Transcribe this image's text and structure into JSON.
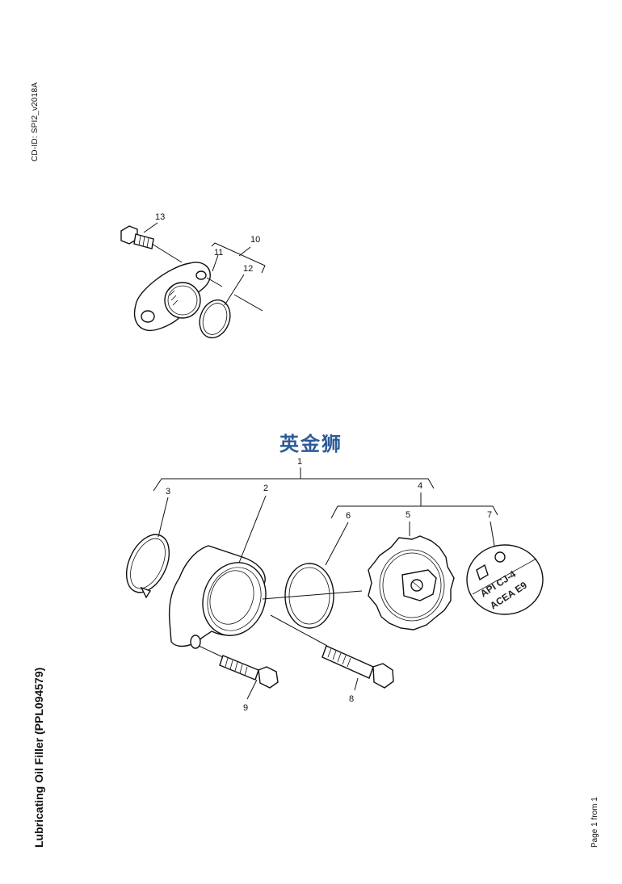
{
  "header": {
    "cd_id": "CD-ID: SPI2_v2018A"
  },
  "footer": {
    "title": "Lubricating Oil Filler (PPL094579)",
    "page_info": "Page 1 from 1"
  },
  "watermark": {
    "text": "英金狮",
    "color": "#2e5b97"
  },
  "callouts": {
    "c1": "1",
    "c2": "2",
    "c3": "3",
    "c4": "4",
    "c5": "5",
    "c6": "6",
    "c7": "7",
    "c8": "8",
    "c9": "9",
    "c10": "10",
    "c11": "11",
    "c12": "12",
    "c13": "13"
  },
  "oil_label": {
    "line1": "API CJ-4",
    "line2": "ACEA E9"
  }
}
